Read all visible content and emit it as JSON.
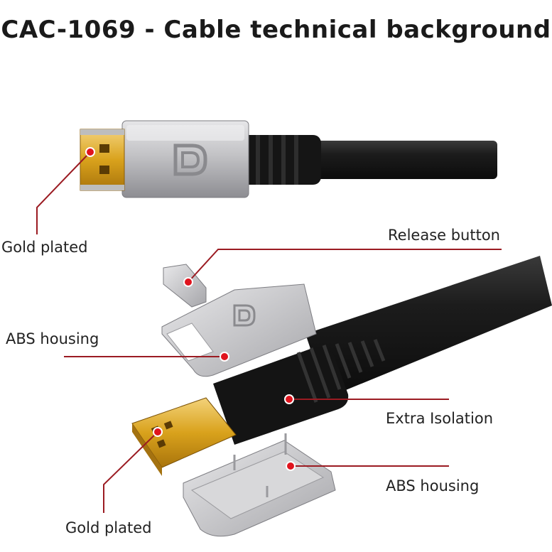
{
  "title": "CAC-1069 - Cable technical background",
  "labels": {
    "gold_plated_top": "Gold plated",
    "release_button": "Release button",
    "abs_housing_top": "ABS housing",
    "extra_isolation": "Extra Isolation",
    "abs_housing_bottom": "ABS housing",
    "gold_plated_bottom": "Gold plated"
  },
  "colors": {
    "callout_line": "#9b1b22",
    "callout_dot": "#e0141e",
    "gold": "#d9a21c",
    "cable": "#1c1c1c",
    "housing": "#c9c9cb"
  }
}
